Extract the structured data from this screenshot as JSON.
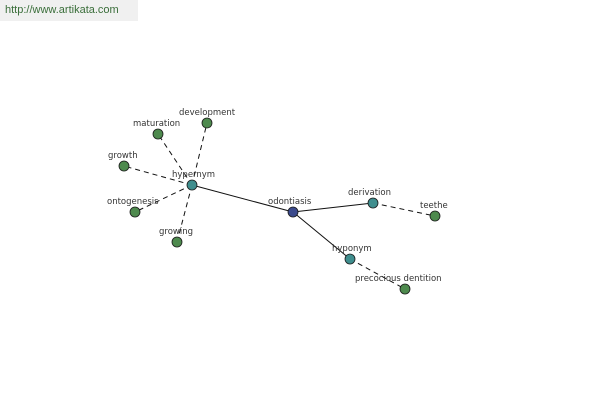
{
  "header": {
    "url": "http://www.artikata.com"
  },
  "colors": {
    "center": "#3b4a8c",
    "relation": "#3f8e8e",
    "leaf": "#4e8a4e"
  },
  "graph": {
    "nodes": [
      {
        "id": "odontiasis",
        "label": "odontiasis",
        "kind": "center"
      },
      {
        "id": "hypernym",
        "label": "hypernym",
        "kind": "relation"
      },
      {
        "id": "derivation",
        "label": "derivation",
        "kind": "relation"
      },
      {
        "id": "hyponym",
        "label": "hyponym",
        "kind": "relation"
      },
      {
        "id": "maturation",
        "label": "maturation",
        "kind": "leaf"
      },
      {
        "id": "development",
        "label": "development",
        "kind": "leaf"
      },
      {
        "id": "growth",
        "label": "growth",
        "kind": "leaf"
      },
      {
        "id": "ontogenesis",
        "label": "ontogenesis",
        "kind": "leaf"
      },
      {
        "id": "growing",
        "label": "growing",
        "kind": "leaf"
      },
      {
        "id": "teethe",
        "label": "teethe",
        "kind": "leaf"
      },
      {
        "id": "precocious-dentition",
        "label": "precocious dentition",
        "kind": "leaf"
      }
    ],
    "edges": [
      {
        "from": "odontiasis",
        "to": "hypernym",
        "style": "solid"
      },
      {
        "from": "odontiasis",
        "to": "derivation",
        "style": "solid"
      },
      {
        "from": "odontiasis",
        "to": "hyponym",
        "style": "solid"
      },
      {
        "from": "hypernym",
        "to": "maturation",
        "style": "dashed"
      },
      {
        "from": "hypernym",
        "to": "development",
        "style": "dashed"
      },
      {
        "from": "hypernym",
        "to": "growth",
        "style": "dashed"
      },
      {
        "from": "hypernym",
        "to": "ontogenesis",
        "style": "dashed"
      },
      {
        "from": "hypernym",
        "to": "growing",
        "style": "dashed"
      },
      {
        "from": "derivation",
        "to": "teethe",
        "style": "dashed"
      },
      {
        "from": "hyponym",
        "to": "precocious-dentition",
        "style": "dashed"
      }
    ]
  }
}
